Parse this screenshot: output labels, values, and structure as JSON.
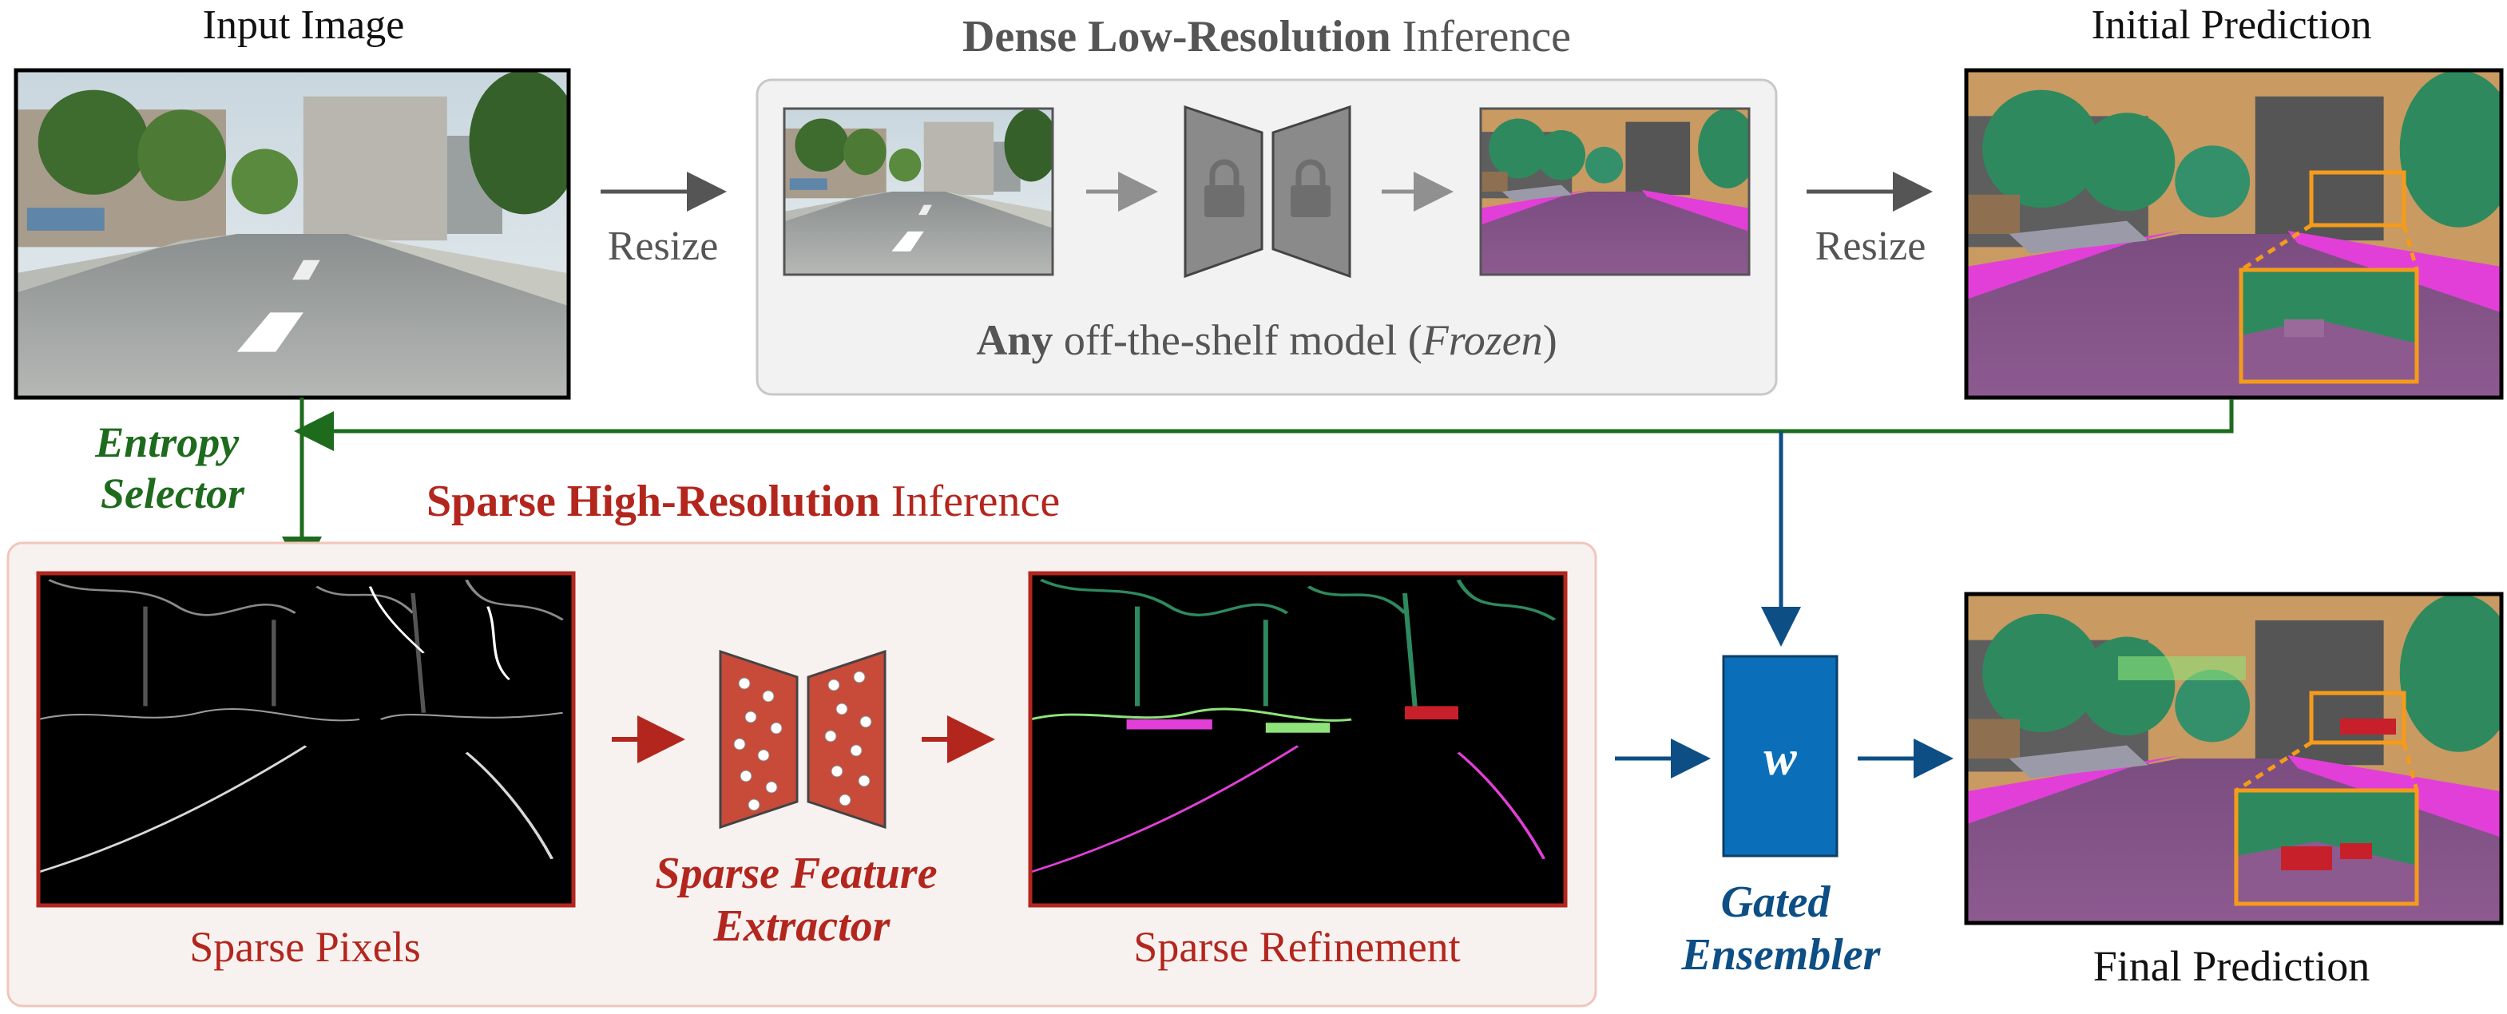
{
  "labels": {
    "input_image": "Input Image",
    "initial_prediction": "Initial Prediction",
    "final_prediction": "Final Prediction",
    "resize_left": "Resize",
    "resize_right": "Resize",
    "dense_title_bold": "Dense Low-Resolution",
    "dense_title_rest": " Inference",
    "any_bold": "Any",
    "any_rest": " off-the-shelf model (",
    "frozen": "Frozen",
    "close_paren": ")",
    "entropy_line1": "Entropy",
    "entropy_line2": "Selector",
    "sparse_title_bold": "Sparse High-Resolution",
    "sparse_title_rest": " Inference",
    "sparse_pixels": "Sparse Pixels",
    "sparse_feature_line1": "Sparse Feature",
    "sparse_feature_line2": "Extractor",
    "sparse_refinement": "Sparse Refinement",
    "gated_line1": "Gated",
    "gated_line2": "Ensembler",
    "w": "w"
  },
  "colors": {
    "dark_text": "#111111",
    "gray_text": "#555555",
    "green": "#1e6b1e",
    "red": "#b3261e",
    "blue": "#0d4e85",
    "ensembler_box": "#0a6eb8",
    "extractor_fill": "#c84b3a",
    "frozen_model_fill": "#8a8a8a",
    "orange_zoom": "#f59b1a",
    "dense_panel_bg": "#f1f2f1",
    "sparse_panel_bg": "#f7f2f0"
  }
}
